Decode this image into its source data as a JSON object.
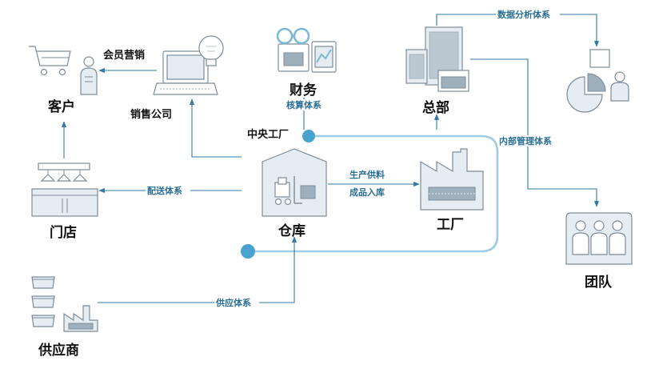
{
  "nodes": {
    "customer": "客户",
    "sales_company": "销售公司",
    "member_marketing": "会员营销",
    "finance": "财务",
    "accounting_system": "核算体系",
    "headquarters": "总部",
    "data_analysis_system": "数据分析体系",
    "central_factory": "中央工厂",
    "internal_mgmt_system": "内部管理体系",
    "store": "门店",
    "distribution_system": "配送体系",
    "warehouse": "仓库",
    "production_supply_line1": "生产供料",
    "production_supply_line2": "成品入库",
    "factory": "工厂",
    "team": "团队",
    "supplier": "供应商",
    "supply_system": "供应体系"
  },
  "colors": {
    "arrow": "#2f78a6",
    "loop": "#9ecde4",
    "edge_label": "#2a6f95",
    "icon_stroke": "#7d8c9a",
    "icon_fill": "#e6edf2"
  },
  "icons": [
    "shopping-cart-icon",
    "person-icon",
    "laptop-icon",
    "lightbulb-icon",
    "glasses-icon",
    "chart-card-icon",
    "building-icon",
    "pie-chart-icon",
    "shop-icon",
    "forklift-icon",
    "factory-icon",
    "team-icon",
    "box-icon"
  ]
}
